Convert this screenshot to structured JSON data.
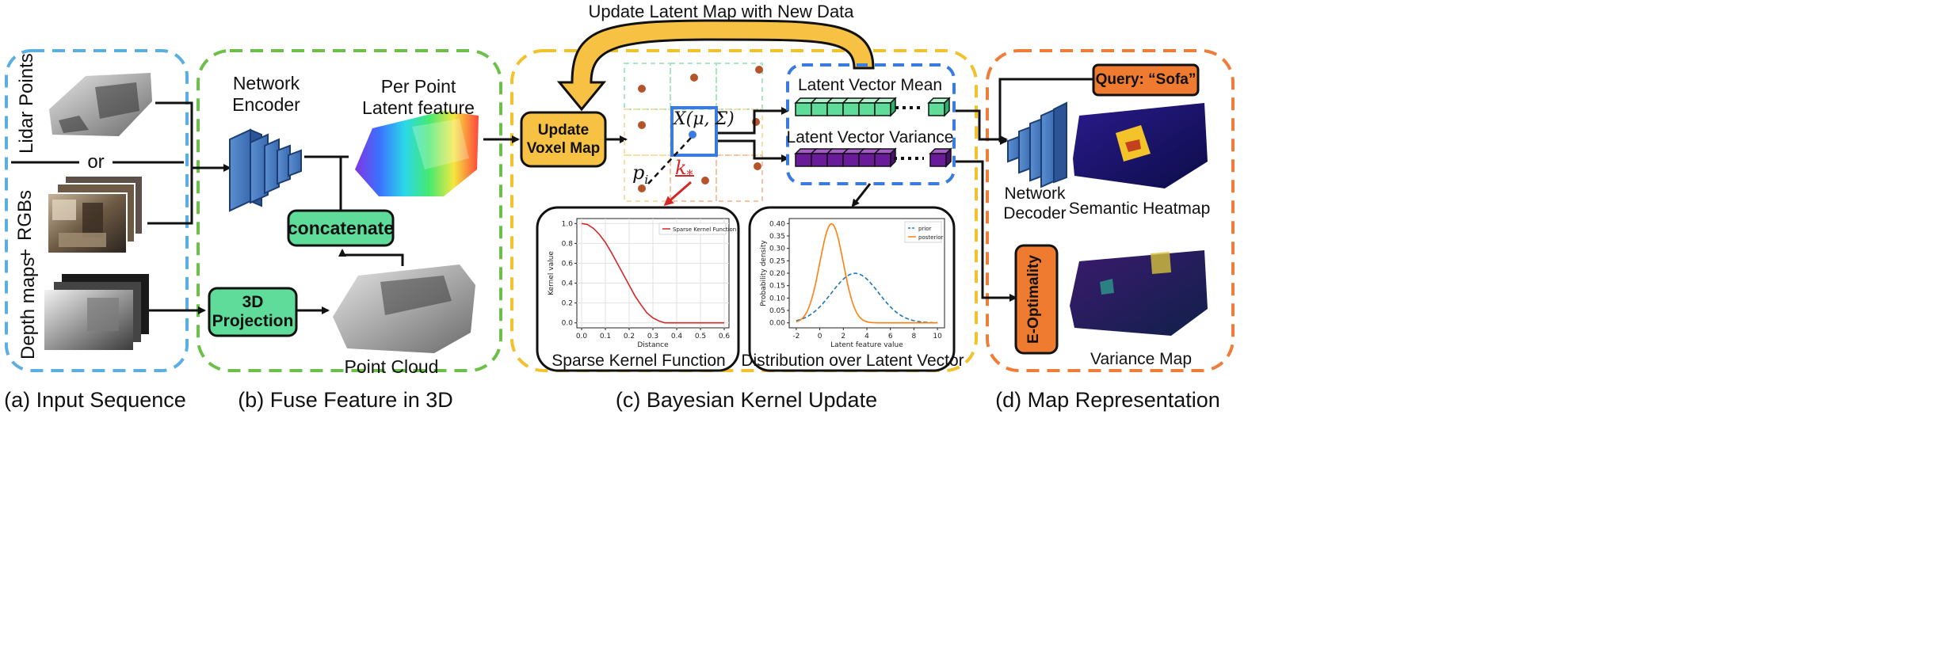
{
  "inputs": {
    "lidar": "Lidar Points",
    "or": "or",
    "rgbs": "RGBs",
    "plus": "+",
    "depth": "Depth maps"
  },
  "fuse": {
    "encoder": "Network\nEncoder",
    "latent_feature": "Per Point\nLatent feature",
    "concatenate": "concatenate",
    "projection": "3D\nProjection",
    "point_cloud": "Point Cloud"
  },
  "bayes": {
    "update_map": "Update Latent Map with New Data",
    "update_voxel": "Update\nVoxel Map",
    "x_label": "X(μ, Σ)",
    "p_label": "p",
    "p_sub": "i",
    "k_label": "k",
    "k_sub": "*",
    "mean": "Latent Vector Mean",
    "variance": "Latent Vector Variance",
    "kernel_caption": "Sparse Kernel Function",
    "dist_caption": "Distribution over Latent Vector"
  },
  "map_rep": {
    "query": "Query: “Sofa”",
    "decoder": "Network\nDecoder",
    "heatmap": "Semantic Heatmap",
    "eopt": "E-Optimality",
    "variance_map": "Variance Map"
  },
  "captions": {
    "a": "(a) Input Sequence",
    "b": "(b) Fuse Feature in 3D",
    "c": "(c) Bayesian Kernel Update",
    "d": "(d) Map Representation"
  },
  "colors": {
    "blue_dash": "#5aaee0",
    "green_dash": "#6cc04a",
    "yellow_dash": "#f2c12e",
    "orange_dash": "#ef7d3a",
    "green_box": "#5fdc9a",
    "yellow_box": "#f7c143",
    "orange_box": "#ef7b30",
    "kernel_red": "#d62728",
    "prior_blue": "#1f77b4",
    "posterior_orange": "#ff7f0e"
  },
  "kernel_chart": {
    "type": "line",
    "legend": "Sparse Kernel Function",
    "xlabel": "Distance",
    "ylabel": "Kernel value",
    "xlim": [
      -0.02,
      0.62
    ],
    "ylim": [
      -0.05,
      1.05
    ],
    "x_ticks": [
      "0.0",
      "0.1",
      "0.2",
      "0.3",
      "0.4",
      "0.5",
      "0.6"
    ],
    "y_ticks": [
      "0.0",
      "0.2",
      "0.4",
      "0.6",
      "0.8",
      "1.0"
    ],
    "x": [
      0.0,
      0.025,
      0.05,
      0.075,
      0.1,
      0.125,
      0.15,
      0.175,
      0.2,
      0.225,
      0.25,
      0.275,
      0.3,
      0.325,
      0.35,
      0.4,
      0.45,
      0.5,
      0.55,
      0.6
    ],
    "y": [
      1.0,
      0.99,
      0.95,
      0.89,
      0.81,
      0.71,
      0.6,
      0.49,
      0.38,
      0.27,
      0.18,
      0.1,
      0.05,
      0.02,
      0.0,
      0.0,
      0.0,
      0.0,
      0.0,
      0.0
    ],
    "grid": true,
    "legend_position": "top-right"
  },
  "dist_chart": {
    "type": "line",
    "xlabel": "Latent feature value",
    "ylabel": "Probability density",
    "xlim": [
      -2.6,
      10.6
    ],
    "ylim": [
      -0.02,
      0.42
    ],
    "x_ticks": [
      "-2",
      "0",
      "2",
      "4",
      "6",
      "8",
      "10"
    ],
    "y_ticks": [
      "0.00",
      "0.05",
      "0.10",
      "0.15",
      "0.20",
      "0.25",
      "0.30",
      "0.35",
      "0.40"
    ],
    "series": [
      {
        "name": "prior",
        "style": "dashed",
        "color": "#1f77b4",
        "mean": 3.0,
        "std": 2.0
      },
      {
        "name": "posterior",
        "style": "solid",
        "color": "#ff7f0e",
        "mean": 1.0,
        "std": 1.0
      }
    ],
    "x_range": [
      -2,
      10
    ],
    "legend_position": "top-right"
  }
}
